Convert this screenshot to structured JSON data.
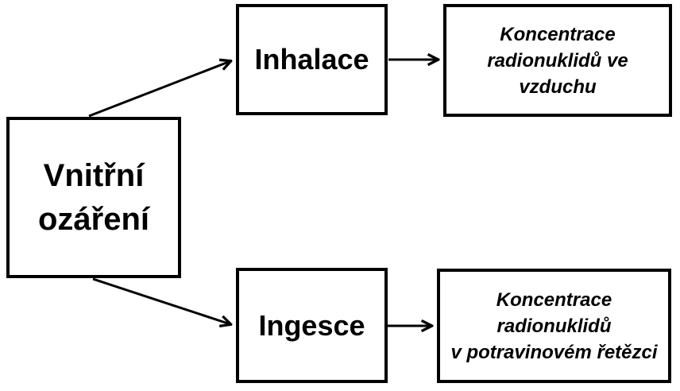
{
  "diagram": {
    "colors": {
      "border": "#000000",
      "background": "#ffffff",
      "text": "#000000",
      "arrow": "#000000"
    },
    "nodes": {
      "source": {
        "line1": "Vnitřní",
        "line2": "ozáření"
      },
      "inhalation": {
        "label": "Inhalace"
      },
      "air_concentration": {
        "line1": "Koncentrace",
        "line2": "radionuklidů ve",
        "line3": "vzduchu"
      },
      "ingestion": {
        "label": "Ingesce"
      },
      "food_concentration": {
        "line1": "Koncentrace",
        "line2": "radionuklidů",
        "line3": "v potravinovém řetězci"
      }
    },
    "edges": [
      {
        "from": "source",
        "to": "inhalation"
      },
      {
        "from": "source",
        "to": "ingestion"
      },
      {
        "from": "inhalation",
        "to": "air_concentration"
      },
      {
        "from": "ingestion",
        "to": "food_concentration"
      }
    ]
  }
}
